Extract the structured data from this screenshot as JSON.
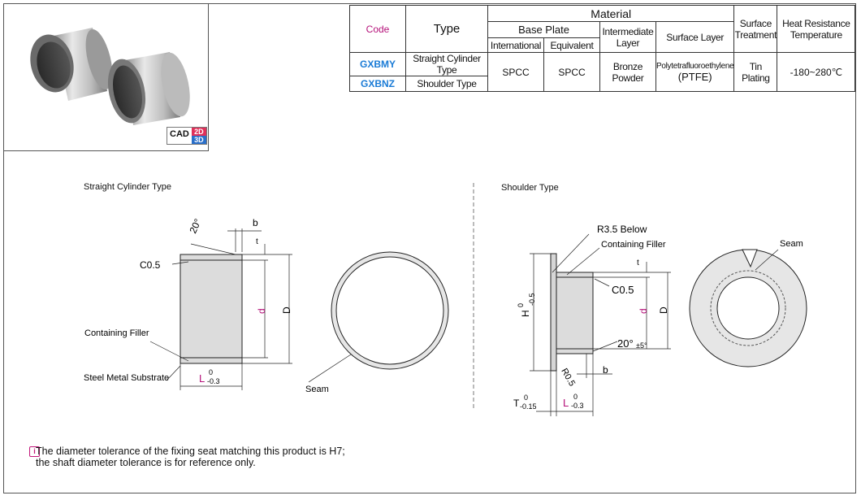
{
  "table": {
    "code_label": "Code",
    "type_label": "Type",
    "material_label": "Material",
    "base_plate_label": "Base Plate",
    "international_label": "International",
    "equivalent_label": "Equivalent",
    "intermediate_label": "Intermediate Layer",
    "surface_layer_label": "Surface Layer",
    "surface_treatment_label": "Surface Treatment",
    "heat_label": "Heat Resistance Temperature",
    "rows": [
      {
        "code": "GXBMY",
        "type": "Straight Cylinder Type"
      },
      {
        "code": "GXBNZ",
        "type": "Shoulder Type"
      }
    ],
    "international": "SPCC",
    "equivalent": "SPCC",
    "intermediate": "Bronze Powder",
    "surface_layer_line1": "Polytetrafluoroethylene",
    "surface_layer_line2": "(PTFE)",
    "surface_treatment": "Tin Plating",
    "heat": "-180~280℃"
  },
  "badge": {
    "cad": "CAD",
    "d2": "2D",
    "d3": "3D"
  },
  "straight": {
    "title": "Straight Cylinder Type",
    "angle": "20°",
    "b": "b",
    "t": "t",
    "chamfer": "C0.5",
    "d": "d",
    "D": "D",
    "filler": "Containing Filler",
    "substrate": "Steel Metal Substrate",
    "L": "L",
    "L_tol_top": "0",
    "L_tol_bottom": "-0.3",
    "seam": "Seam"
  },
  "shoulder": {
    "title": "Shoulder Type",
    "r35": "R3.5 Below",
    "filler": "Containing Filler",
    "t": "t",
    "chamfer": "C0.5",
    "H": "H",
    "H_tol_top": "0",
    "H_tol_bottom": "-0.5",
    "d": "d",
    "D": "D",
    "angle": "20°",
    "angle_tol": "±5°",
    "r05": "R0.5",
    "b": "b",
    "T": "T",
    "T_tol_top": "0",
    "T_tol_bottom": "-0.15",
    "L": "L",
    "L_tol_top": "0",
    "L_tol_bottom": "-0.3",
    "seam": "Seam"
  },
  "note": {
    "icon": "info-icon",
    "line1": "The diameter tolerance of the fixing seat matching this product is H7;",
    "line2": "the shaft diameter tolerance is for reference only."
  },
  "colors": {
    "code_head": "#b5127a",
    "code_value": "#1a7bd6",
    "dimension_accent": "#b5127a"
  }
}
